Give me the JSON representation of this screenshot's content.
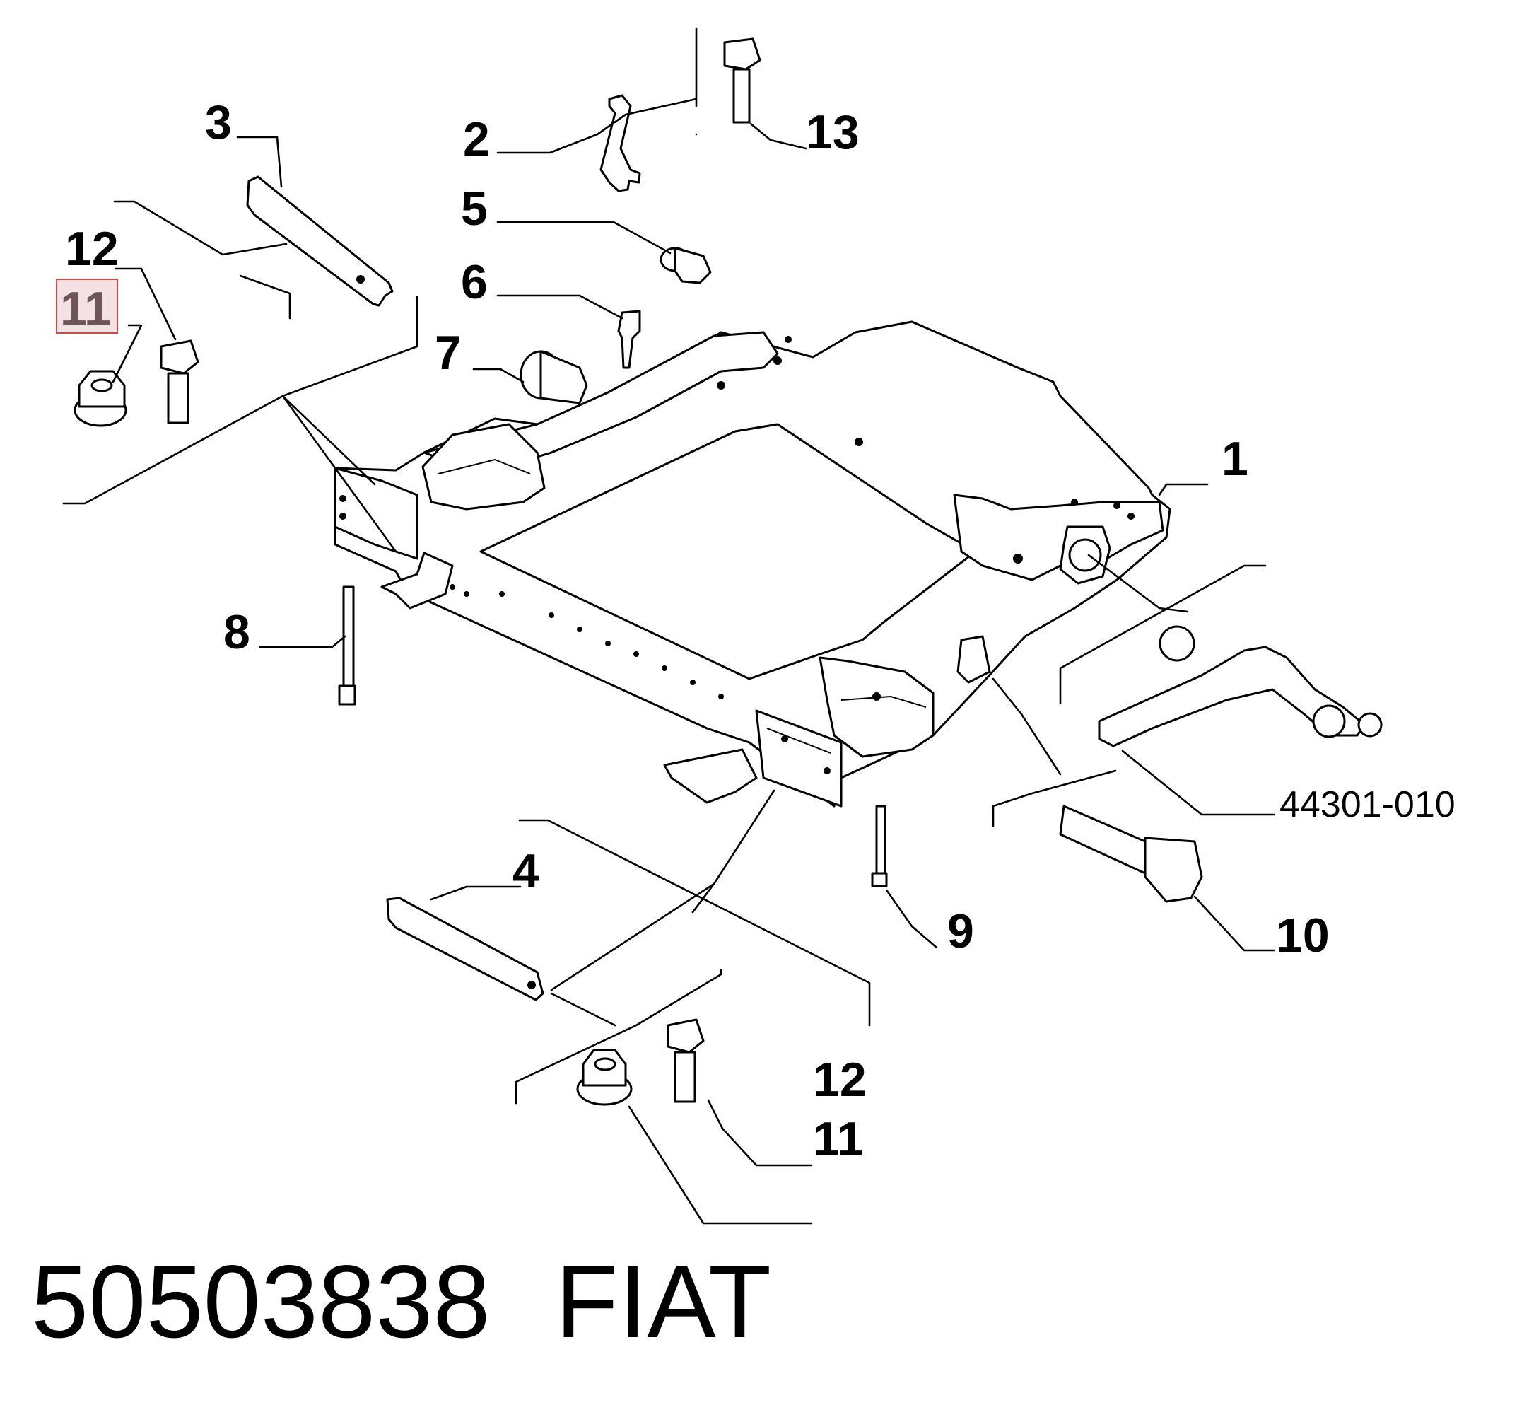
{
  "callouts": {
    "c1": "1",
    "c2": "2",
    "c3": "3",
    "c4": "4",
    "c5": "5",
    "c6": "6",
    "c7": "7",
    "c8": "8",
    "c9": "9",
    "c10": "10",
    "c11_top": "11",
    "c11_bottom": "11",
    "c12_top": "12",
    "c12_bottom": "12",
    "c13": "13",
    "ref": "44301-010"
  },
  "highlighted_callout": "11",
  "footer": {
    "part_number": "50503838",
    "brand": "FIAT"
  },
  "colors": {
    "highlight_fill": "#f4e1e4",
    "highlight_border": "#d9443f",
    "line": "#000000"
  }
}
